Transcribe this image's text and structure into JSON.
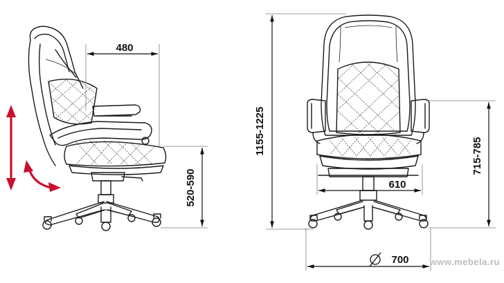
{
  "dimensions": {
    "seat_depth": "480",
    "total_height": "1155-1225",
    "armrest_height": "715-785",
    "seat_height": "520-590",
    "seat_width": "610",
    "base_diameter": "700",
    "diameter_symbol": "∅"
  },
  "watermark": "www.mebela.ru",
  "colors": {
    "arrow": "#c8102e",
    "line": "#1a1a1a"
  }
}
